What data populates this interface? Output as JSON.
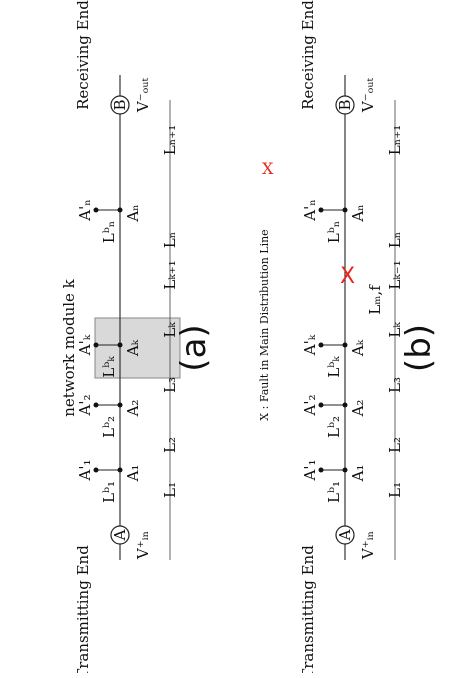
{
  "diagram_a": {
    "transmitting_end": "Transmitting End",
    "receiving_end": "Receiving End",
    "node_a": "A",
    "node_b": "B",
    "v_in": "V⁺ᵢₙ",
    "v_out": "V⁻ₒᵤₜ",
    "upper_nodes": [
      "A'₁",
      "A'₂",
      "A'ₖ",
      "A'ₙ"
    ],
    "lower_nodes": [
      "A₁",
      "A₂",
      "Aₖ",
      "Aₙ"
    ],
    "branches": [
      "Lᵇ₁",
      "Lᵇ₂",
      "Lᵇₖ",
      "Lᵇₙ"
    ],
    "segments": [
      "L₁",
      "L₂",
      "L₃",
      "Lₖ",
      "Lₖ₊₁",
      "Lₙ",
      "Lₙ₊₁"
    ],
    "module_label": "network module k",
    "caption": "(a)"
  },
  "diagram_b": {
    "transmitting_end": "Transmitting End",
    "receiving_end": "Receiving End",
    "node_a": "A",
    "node_b": "B",
    "v_in": "V⁺ᵢₙ",
    "v_out": "V⁻ₒᵤₜ",
    "upper_nodes": [
      "A'₁",
      "A'₂",
      "A'ₖ",
      "A'ₙ"
    ],
    "lower_nodes": [
      "A₁",
      "A₂",
      "Aₖ",
      "Aₙ"
    ],
    "branches": [
      "Lᵇ₁",
      "Lᵇ₂",
      "Lᵇₖ",
      "Lᵇₙ"
    ],
    "segments": [
      "L₁",
      "L₂",
      "L₃",
      "Lₖ",
      "Lₖ₋₁",
      "Lₙ",
      "Lₙ₊₁"
    ],
    "fault_segment": "Lₘ,f",
    "fault_legend": "X : Fault in Main Distribution Line",
    "caption": "(b)"
  },
  "colors": {
    "fault": "#e8261f",
    "module_fill": "#d9d9d9",
    "line": "#222222"
  }
}
